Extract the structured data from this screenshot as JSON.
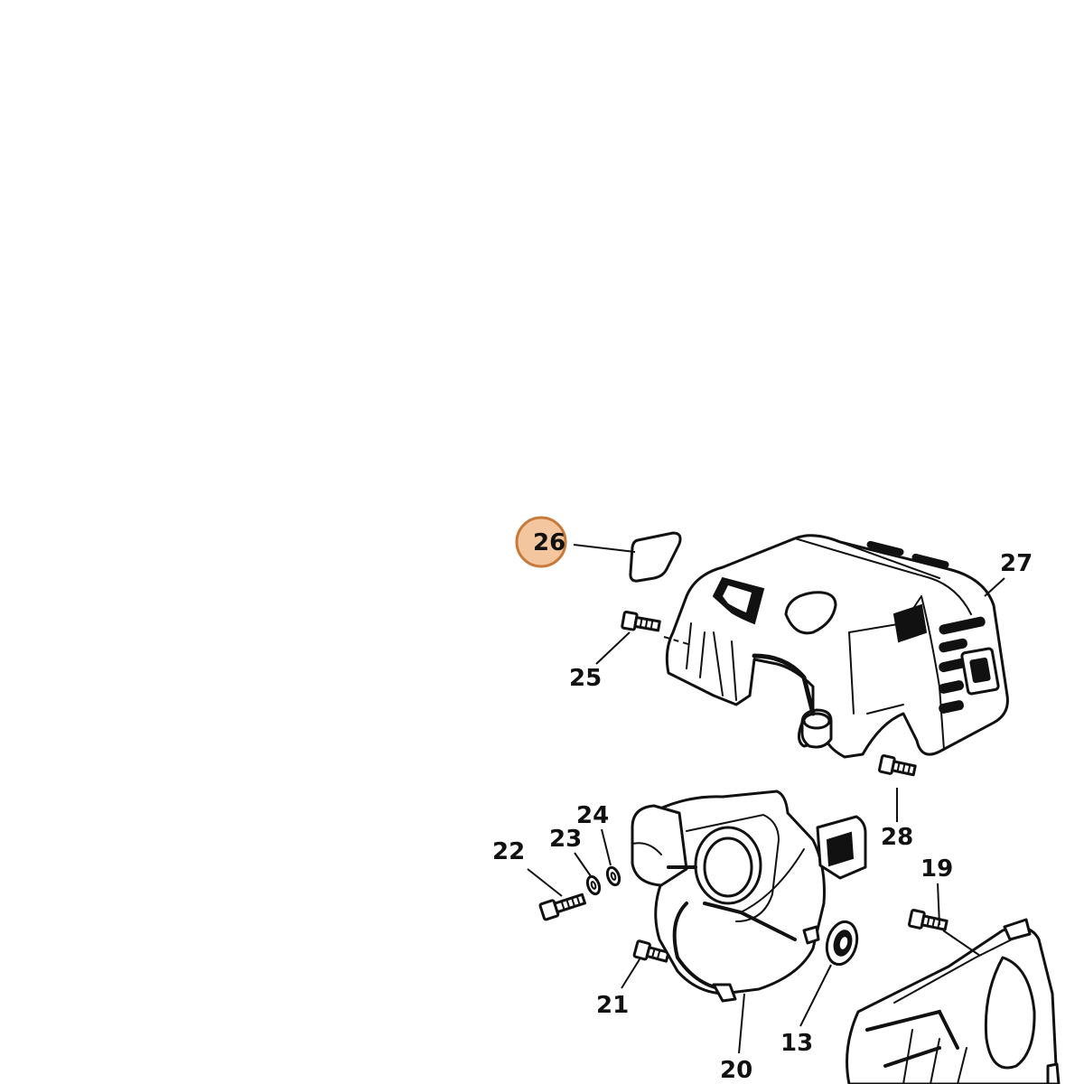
{
  "diagram": {
    "highlight_color": "#f4c6a0",
    "highlight_stroke": "#c87a3a",
    "callouts": {
      "p26": "26",
      "p27": "27",
      "p25": "25",
      "p28": "28",
      "p24": "24",
      "p23": "23",
      "p22": "22",
      "p19": "19",
      "p21": "21",
      "p13": "13",
      "p20": "20"
    }
  }
}
